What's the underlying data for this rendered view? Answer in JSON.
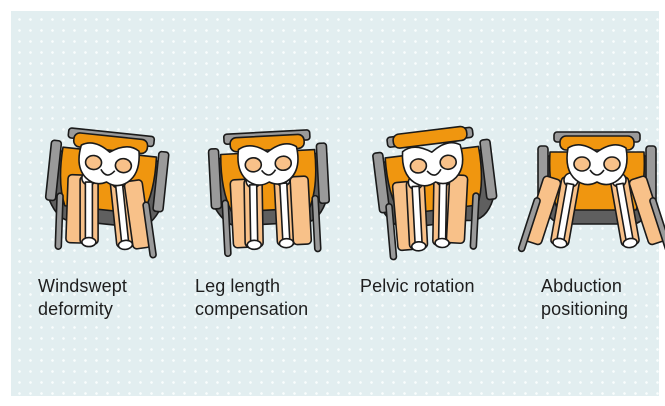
{
  "colors": {
    "background": "#e2eef0",
    "dots": "#fafdfd",
    "orange": "#f0960f",
    "orange_light": "#f8c189",
    "cushion_dark": "#5f5f5f",
    "frame_grey": "#9a9a9a",
    "bone_white": "#ffffff",
    "outline": "#1a1a1a",
    "text": "#1e1e1e"
  },
  "figures": [
    {
      "id": "windswept",
      "icon": "pelvis-positioning-icon",
      "variant": "windswept",
      "caption": [
        "Windswept",
        "deformity"
      ]
    },
    {
      "id": "leg-length",
      "icon": "pelvis-positioning-icon",
      "variant": "leg-length",
      "caption": [
        "Leg length",
        "compensation"
      ]
    },
    {
      "id": "pelvic-rotation",
      "icon": "pelvis-positioning-icon",
      "variant": "rotation",
      "caption": [
        "Pelvic rotation"
      ]
    },
    {
      "id": "abduction",
      "icon": "pelvis-positioning-icon",
      "variant": "abduction",
      "caption": [
        "Abduction",
        "positioning"
      ]
    }
  ]
}
